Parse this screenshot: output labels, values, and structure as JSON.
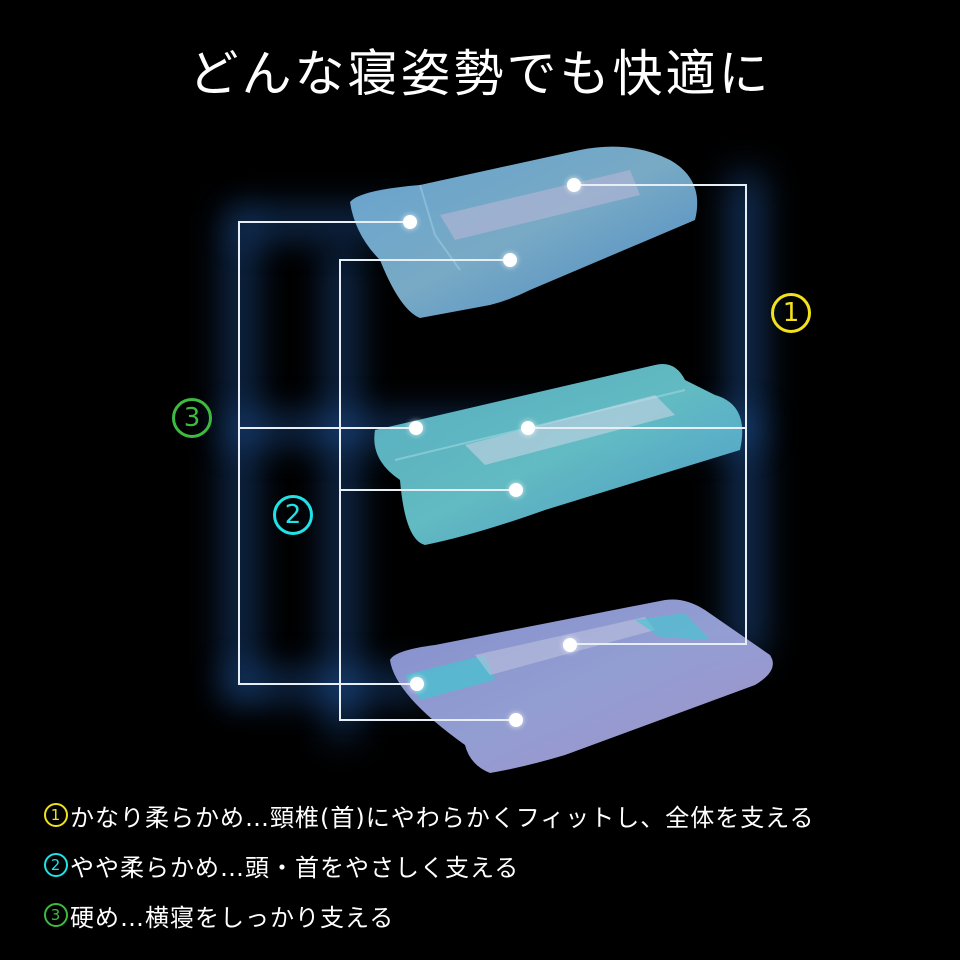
{
  "title": "どんな寝姿勢でも快適に",
  "colors": {
    "background": "#000000",
    "glow": "#2a6fc9",
    "line": "#e8eef6",
    "badge_1": "#f2e21b",
    "badge_2": "#1fe3e8",
    "badge_3": "#3dbb3f"
  },
  "badges": [
    {
      "number": "1",
      "color": "#f2e21b"
    },
    {
      "number": "2",
      "color": "#1fe3e8"
    },
    {
      "number": "3",
      "color": "#3dbb3f"
    }
  ],
  "pillows": [
    {
      "position": "top",
      "shape": "contoured pillow",
      "tint": "blue"
    },
    {
      "position": "middle",
      "shape": "contoured pillow",
      "tint": "teal"
    },
    {
      "position": "bottom",
      "shape": "flat pillow",
      "tint": "lavender"
    }
  ],
  "legend": [
    {
      "number": "1",
      "text": "かなり柔らかめ…頸椎(首)にやわらかくフィットし、全体を支える"
    },
    {
      "number": "2",
      "text": "やや柔らかめ…頭・首をやさしく支える"
    },
    {
      "number": "3",
      "text": "硬め…横寝をしっかり支える"
    }
  ]
}
